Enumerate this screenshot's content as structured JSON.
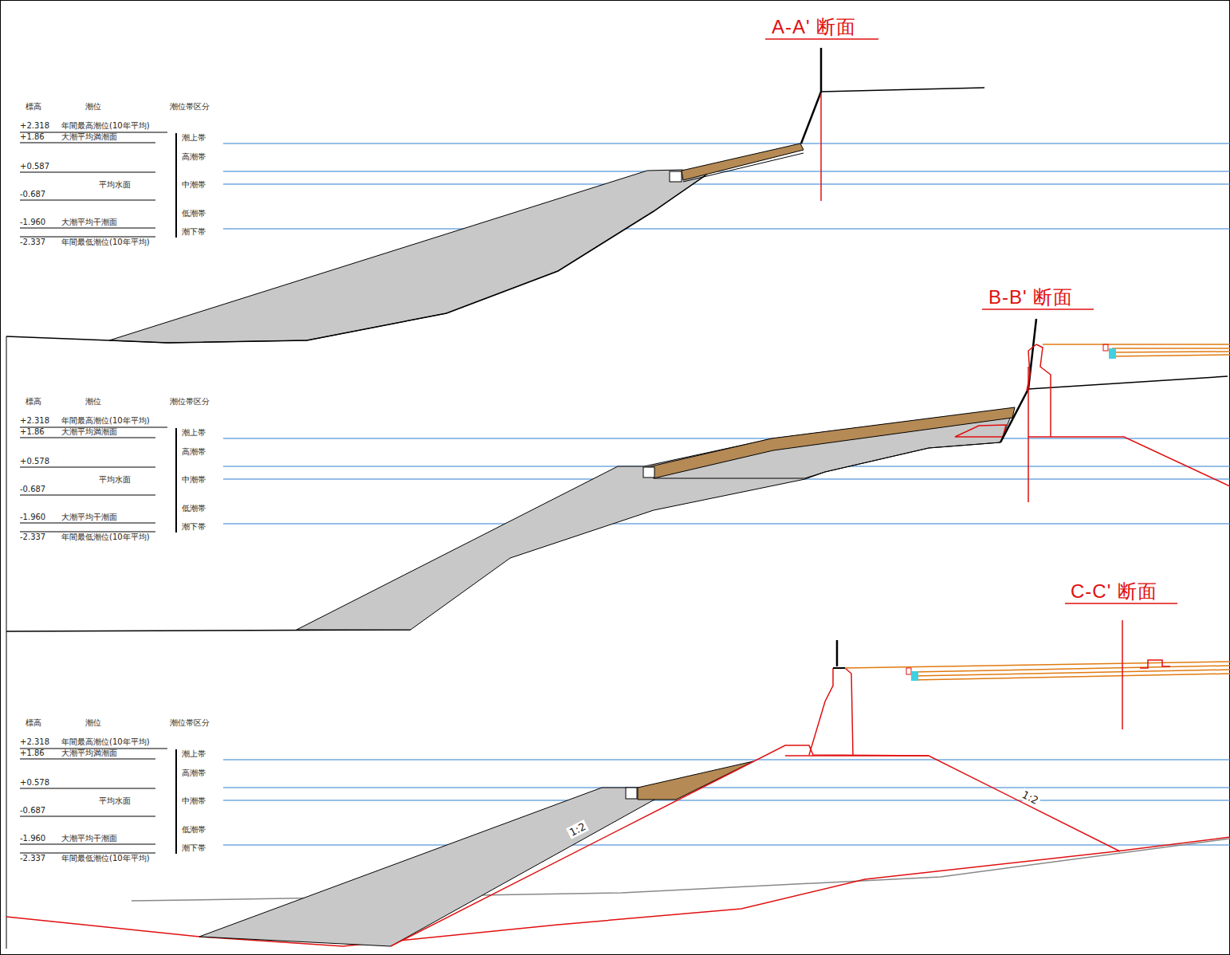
{
  "diagram": {
    "labels": [
      "A-A' 断面",
      "標高",
      "潮位",
      "潮位帯区分",
      "+2.318",
      "年間最高潮位(10年平均)",
      "+1.86",
      "大潮平均満潮面",
      "+0.587",
      "平均水面",
      "-0.687",
      "-1.960",
      "大潮平均干潮面",
      "-2.337",
      "年間最低潮位(10年平均)",
      "潮上帯",
      "高潮帯",
      "中潮帯",
      "低潮帯",
      "潮下帯",
      "B-B' 断面",
      "標高",
      "潮位",
      "潮位帯区分",
      "+2.318",
      "年間最高潮位(10年平均)",
      "+1.86",
      "大潮平均満潮面",
      "+0.578",
      "平均水面",
      "-0.687",
      "-1.960",
      "大潮平均干潮面",
      "-2.337",
      "年間最低潮位(10年平均)",
      "潮上帯",
      "高潮帯",
      "中潮帯",
      "低潮帯",
      "潮下帯",
      "C-C' 断面",
      "標高",
      "潮位",
      "潮位帯区分",
      "+2.318",
      "年間最高潮位(10年平均)",
      "+1.86",
      "大潮平均満潮面",
      "+0.578",
      "平均水面",
      "-0.687",
      "-1.960",
      "大潮平均干潮面",
      "-2.337",
      "年間最低潮位(10年平均)",
      "潮上帯",
      "高潮帯",
      "中潮帯",
      "低潮帯",
      "潮下帯",
      "1:2",
      "1:2"
    ]
  }
}
